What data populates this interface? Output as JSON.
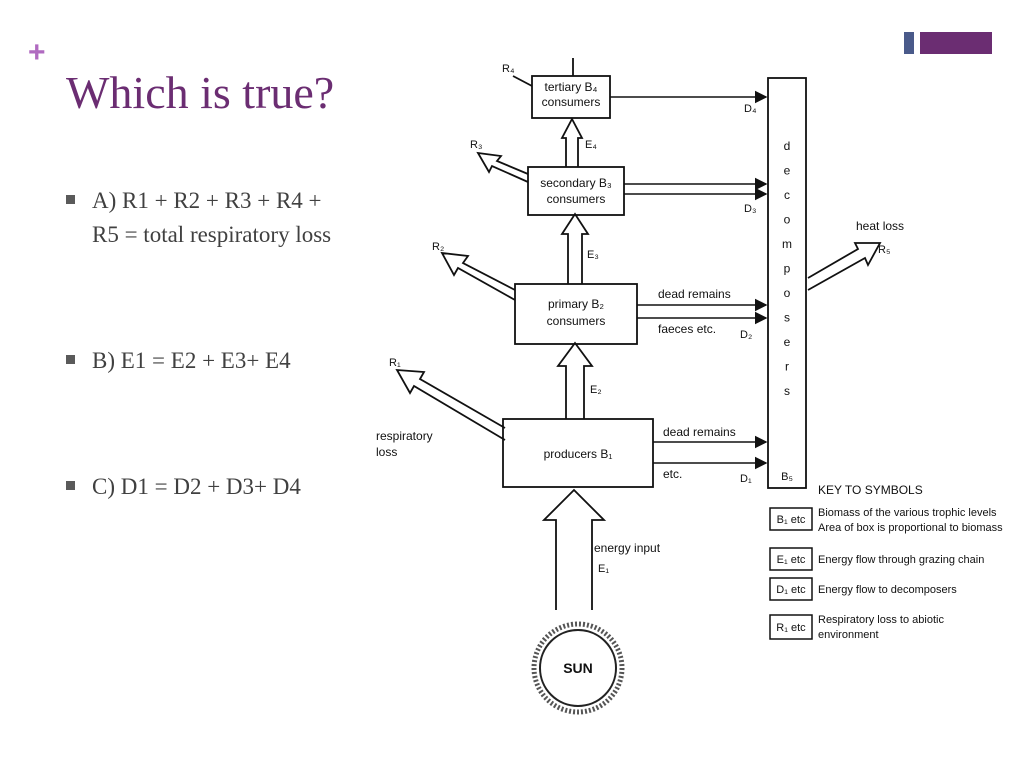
{
  "slide": {
    "title": "Which is true?",
    "options": [
      {
        "text": "A) R1 + R2 + R3 + R4 + R5 = total respiratory loss"
      },
      {
        "text": "B) E1 = E2 + E3+ E4"
      },
      {
        "text": "C) D1 = D2 + D3+ D4"
      }
    ],
    "accent_color": "#6b2d72",
    "plus_color": "#b06ac0"
  },
  "diagram": {
    "boxes": {
      "tertiary": [
        "tertiary B₄",
        "consumers"
      ],
      "secondary": [
        "secondary B₃",
        "consumers"
      ],
      "primary": [
        "primary B₂",
        "consumers"
      ],
      "producers": "producers B₁"
    },
    "decomposers_letters": [
      "d",
      "e",
      "c",
      "o",
      "m",
      "p",
      "o",
      "s",
      "e",
      "r",
      "s"
    ],
    "b5": "B₅",
    "labels": {
      "r1": "R₁",
      "r2": "R₂",
      "r3": "R₃",
      "r4": "R₄",
      "r5": "R₅",
      "e1": "E₁",
      "e2": "E₂",
      "e3": "E₃",
      "e4": "E₄",
      "d1": "D₁",
      "d2": "D₂",
      "d3": "D₃",
      "d4": "D₄",
      "dead_remains_primary": "dead remains",
      "faeces": "faeces etc.",
      "dead_remains_producers": "dead remains",
      "etc": "etc.",
      "respiratory_loss": [
        "respiratory",
        "loss"
      ],
      "heat_loss": "heat loss",
      "energy_input": "energy input",
      "sun": "SUN"
    },
    "key": {
      "title": "KEY TO SYMBOLS",
      "items": [
        {
          "symbol": "B₁ etc",
          "desc": [
            "Biomass of the various trophic levels",
            "Area of box is proportional to biomass"
          ]
        },
        {
          "symbol": "E₁ etc",
          "desc": [
            "Energy flow through grazing chain"
          ]
        },
        {
          "symbol": "D₁ etc",
          "desc": [
            "Energy flow to decomposers"
          ]
        },
        {
          "symbol": "R₁ etc",
          "desc": [
            "Respiratory loss to abiotic",
            "environment"
          ]
        }
      ]
    }
  }
}
